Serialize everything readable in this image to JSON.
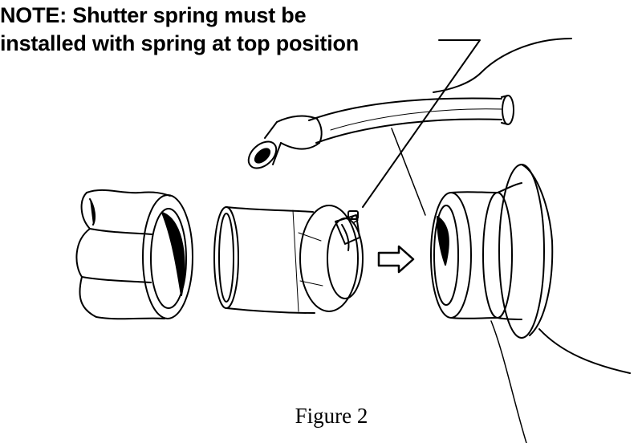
{
  "note": {
    "line1": "NOTE: Shutter spring must be",
    "line2": "installed with spring at top position"
  },
  "caption": "Figure 2",
  "colors": {
    "ink": "#000000",
    "paper": "#ffffff"
  },
  "icons": {
    "direction_arrow": "right-arrow-icon"
  }
}
